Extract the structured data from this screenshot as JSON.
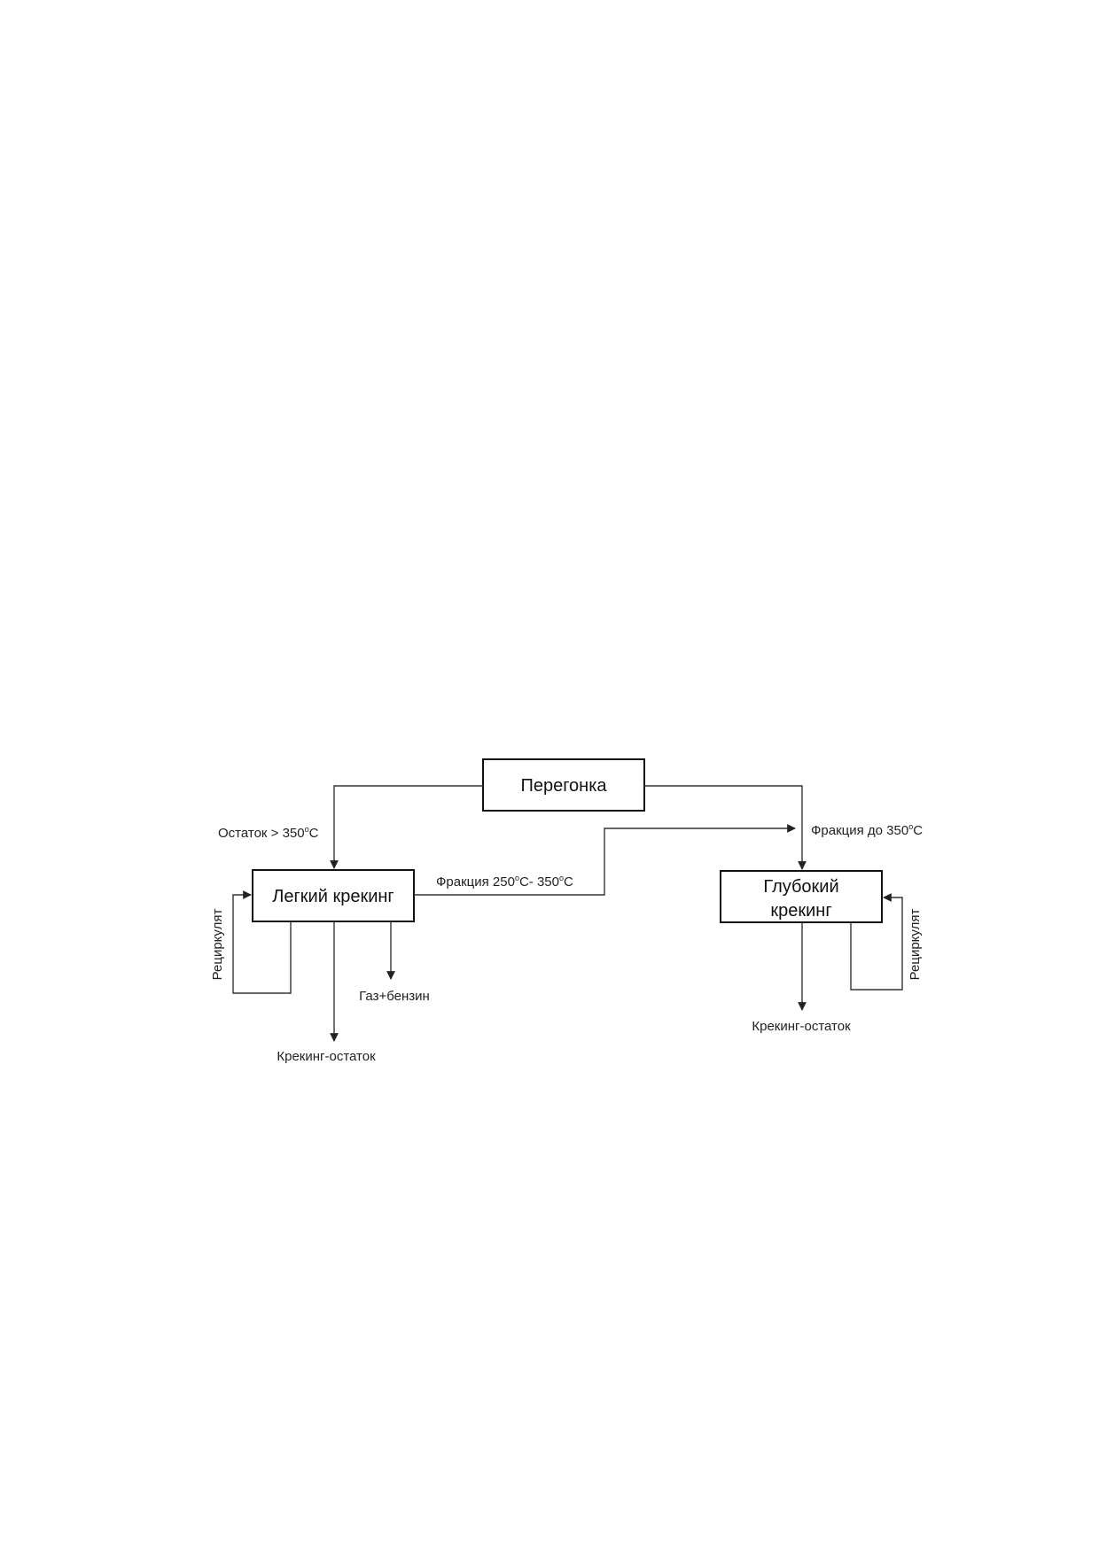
{
  "nodes": {
    "distillation": "Перегонка",
    "light_cracking": "Легкий крекинг",
    "deep_cracking_line1": "Глубокий",
    "deep_cracking_line2": "крекинг"
  },
  "flows": {
    "residue": {
      "text": "Остаток > 350",
      "sup": "o",
      "unit": "C"
    },
    "fraction_250_350": {
      "a": "Фракция 250",
      "sup1": "o",
      "b": "C- 350",
      "sup2": "o",
      "unit": "C"
    },
    "fraction_to_350": {
      "text": "Фракция до 350",
      "sup": "o",
      "unit": "C"
    },
    "recycle_left": "Рециркулят",
    "recycle_right": "Рециркулят",
    "gas_gasoline": "Газ+бензин",
    "cracking_residue_left": "Крекинг-остаток",
    "cracking_residue_right": "Крекинг-остаток"
  },
  "colors": {
    "line": "#333333",
    "box_border": "#111111",
    "text": "#111111"
  }
}
